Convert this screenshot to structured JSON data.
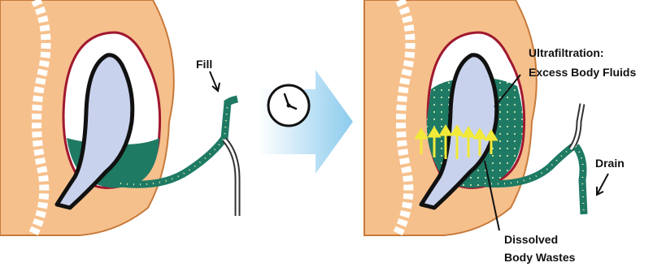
{
  "labels": {
    "fill": "Fill",
    "ultrafiltration_line1": "Ultrafiltration:",
    "ultrafiltration_line2": "Excess Body Fluids",
    "drain": "Drain",
    "dissolved_line1": "Dissolved",
    "dissolved_line2": "Body Wastes"
  },
  "colors": {
    "skin": "#f6c08c",
    "skin_stroke": "#c77a3c",
    "membrane": "#a01830",
    "organ": "#c9d2ec",
    "fluid": "#1f7a64",
    "arrow_fill": "#9fd3ee",
    "arrows_yellow": "#f2ea3a"
  },
  "icons": {
    "timer": "clock-icon",
    "process_arrow": "right-arrow-icon"
  }
}
